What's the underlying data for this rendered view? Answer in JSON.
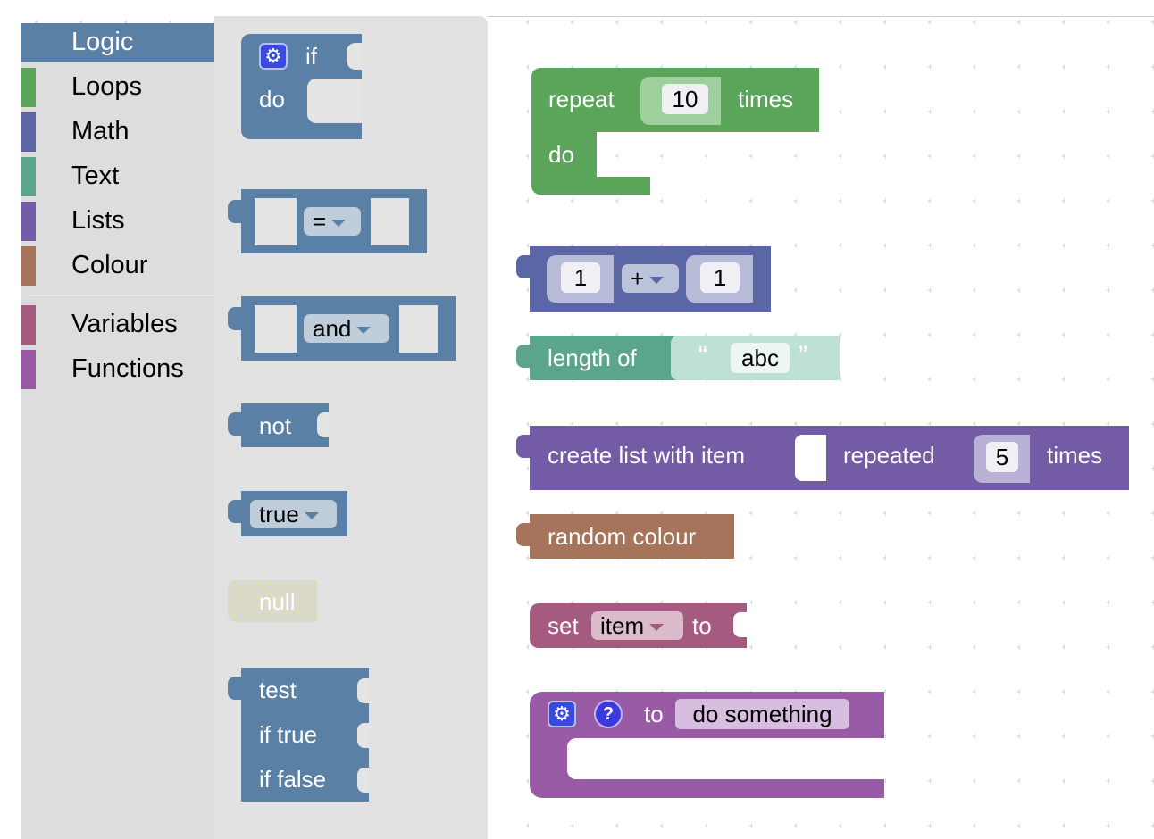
{
  "toolbox": {
    "items": [
      {
        "label": "Logic",
        "color": "#5b80a5",
        "selected": true
      },
      {
        "label": "Loops",
        "color": "#5ba55b"
      },
      {
        "label": "Math",
        "color": "#5b67a5"
      },
      {
        "label": "Text",
        "color": "#5ba58c"
      },
      {
        "label": "Lists",
        "color": "#745ba5"
      },
      {
        "label": "Colour",
        "color": "#a5745b"
      },
      {
        "label": "Variables",
        "color": "#a55b80"
      },
      {
        "label": "Functions",
        "color": "#995ba5"
      }
    ]
  },
  "flyout": {
    "if_block": {
      "if": "if",
      "do": "do",
      "icon": "gear-icon"
    },
    "compare_block": {
      "op": "="
    },
    "logic_op_block": {
      "op": "and"
    },
    "not_block": {
      "label": "not"
    },
    "boolean_block": {
      "value": "true"
    },
    "null_block": {
      "label": "null"
    },
    "ternary_block": {
      "test": "test",
      "if_true": "if true",
      "if_false": "if false"
    }
  },
  "workspace": {
    "repeat_block": {
      "repeat": "repeat",
      "count": "10",
      "times": "times",
      "do": "do"
    },
    "arithmetic_block": {
      "a": "1",
      "op": "+",
      "b": "1"
    },
    "length_block": {
      "label": "length of",
      "open_quote": "“",
      "text": "abc",
      "close_quote": "”"
    },
    "list_repeat_block": {
      "label": "create list with item",
      "repeated": "repeated",
      "count": "5",
      "times": "times"
    },
    "random_colour_block": {
      "label": "random colour"
    },
    "set_block": {
      "set": "set",
      "variable": "item",
      "to": "to"
    },
    "procedure_block": {
      "to": "to",
      "name": "do something",
      "help": "?"
    }
  }
}
